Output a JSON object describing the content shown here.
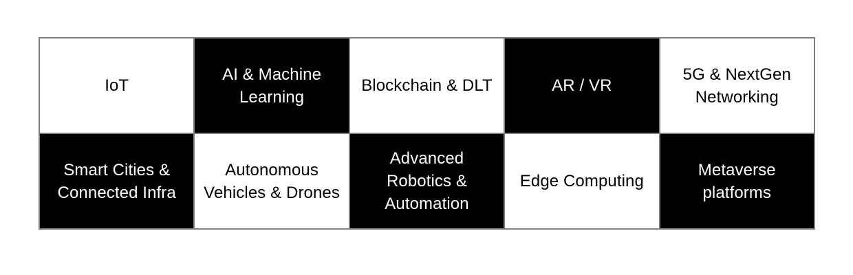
{
  "diagram": {
    "type": "checkerboard-grid",
    "columns": 5,
    "rows": 2,
    "colors": {
      "light_background": "#ffffff",
      "light_text": "#000000",
      "dark_background": "#000000",
      "dark_text": "#ffffff",
      "border": "#7f7f7f",
      "page_background": "#ffffff"
    },
    "cells": [
      [
        {
          "label": "IoT",
          "style": "light"
        },
        {
          "label": "AI & Machine Learning",
          "style": "dark"
        },
        {
          "label": "Blockchain & DLT",
          "style": "light"
        },
        {
          "label": "AR / VR",
          "style": "dark"
        },
        {
          "label": "5G & NextGen Networking",
          "style": "light"
        }
      ],
      [
        {
          "label": "Smart Cities & Connected Infra",
          "style": "dark"
        },
        {
          "label": "Autonomous Vehicles & Drones",
          "style": "light"
        },
        {
          "label": "Advanced Robotics & Automation",
          "style": "dark"
        },
        {
          "label": "Edge Computing",
          "style": "light"
        },
        {
          "label": "Metaverse platforms",
          "style": "dark"
        }
      ]
    ]
  }
}
